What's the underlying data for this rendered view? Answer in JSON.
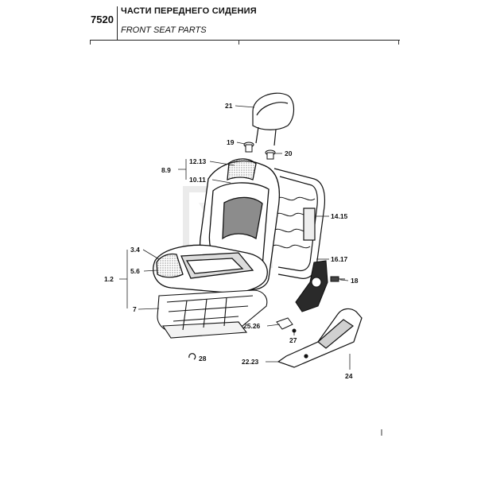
{
  "header": {
    "code": "7520",
    "title_ru": "ЧАСТИ ПЕРЕДНЕГО СИДЕНИЯ",
    "title_en": "FRONT SEAT PARTS"
  },
  "watermark": {
    "text": "BIG Motors",
    "color": "#d9a08a"
  },
  "callouts": {
    "c21": "21",
    "c19": "19",
    "c20": "20",
    "c12_13": "12.13",
    "c8_9": "8.9",
    "c10_11": "10.11",
    "c14_15": "14.15",
    "c3_4": "3.4",
    "c16_17": "16.17",
    "c5_6": "5.6",
    "c1_2": "1.2",
    "c18": "18",
    "c7": "7",
    "c25_26": "25.26",
    "c27": "27",
    "c28": "28",
    "c22_23": "22.23",
    "c24": "24"
  }
}
